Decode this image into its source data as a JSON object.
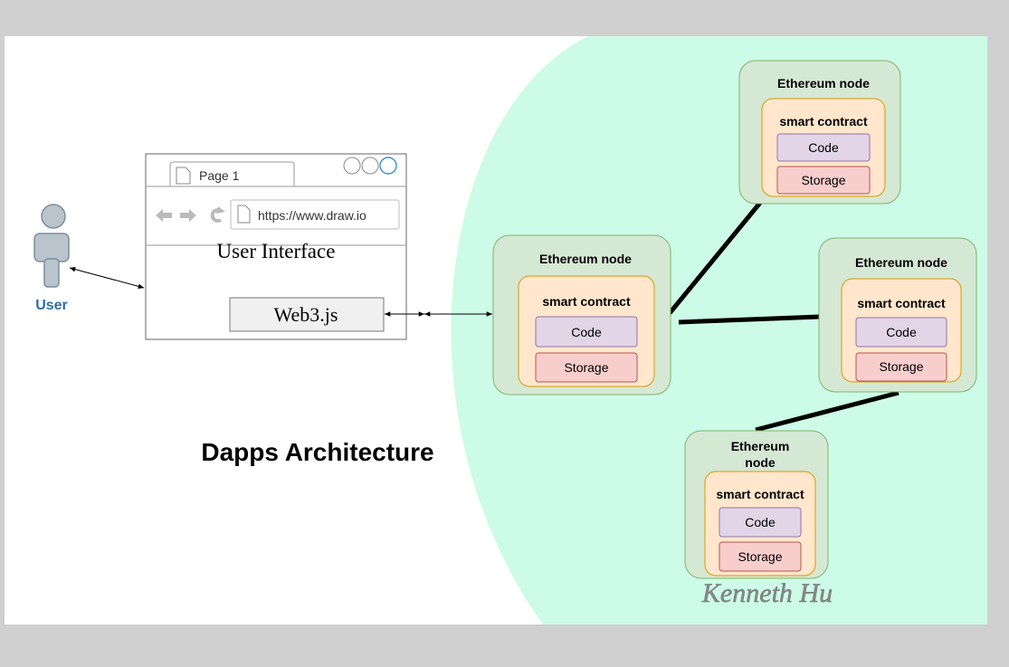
{
  "user": {
    "label": "User"
  },
  "browser": {
    "tab_label": "Page 1",
    "url": "https://www.draw.io",
    "title": "User Interface",
    "web3_label": "Web3.js"
  },
  "diagram_title": "Dapps Architecture",
  "nodes": {
    "left": {
      "title": "Ethereum node",
      "contract_label": "smart contract",
      "code_label": "Code",
      "storage_label": "Storage"
    },
    "top": {
      "title": "Ethereum node",
      "contract_label": "smart contract",
      "code_label": "Code",
      "storage_label": "Storage"
    },
    "right": {
      "title": "Ethereum node",
      "contract_label": "smart contract",
      "code_label": "Code",
      "storage_label": "Storage"
    },
    "bottom": {
      "title_line1": "Ethereum",
      "title_line2": "node",
      "contract_label": "smart contract",
      "code_label": "Code",
      "storage_label": "Storage"
    }
  },
  "signature": "Kenneth Hu",
  "colors": {
    "network_bg": "#ccfbe8",
    "node_fill": "#d5e8d4",
    "node_stroke": "#82b366",
    "contract_fill": "#ffe6cc",
    "contract_stroke": "#d79b00",
    "code_fill": "#e1d5e7",
    "code_stroke": "#9673a6",
    "storage_fill": "#f8cecc",
    "storage_stroke": "#b85450",
    "user_fill": "#b9c4cc",
    "user_stroke": "#7a8fa0",
    "user_label": "#2f6da0"
  }
}
